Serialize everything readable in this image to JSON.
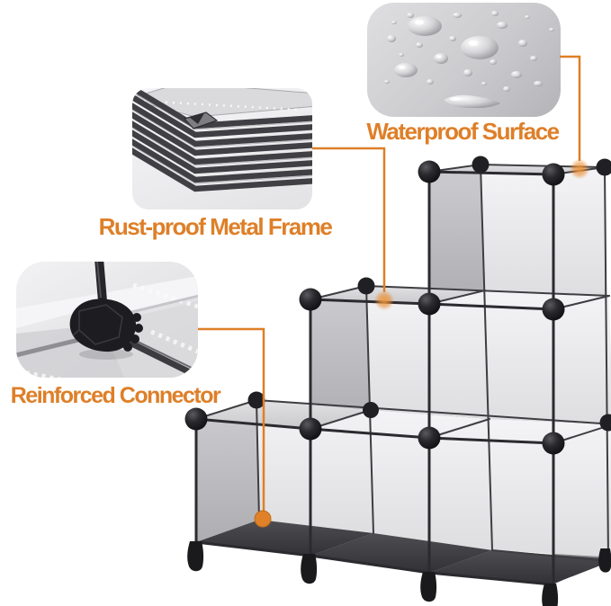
{
  "labels": {
    "waterproof": "Waterproof Surface",
    "rust_proof": "Rust-proof Metal Frame",
    "reinforced": "Reinforced Connector"
  },
  "colors": {
    "accent_orange": "#DE7F28",
    "background": "#FFFFFF",
    "frame_dark": "#2B2B2F",
    "panel_gray": "#C9C9CD",
    "interior_white": "#F2F2F4",
    "floor_dark": "#3C3C40",
    "ball_black": "#1A1A1E"
  }
}
